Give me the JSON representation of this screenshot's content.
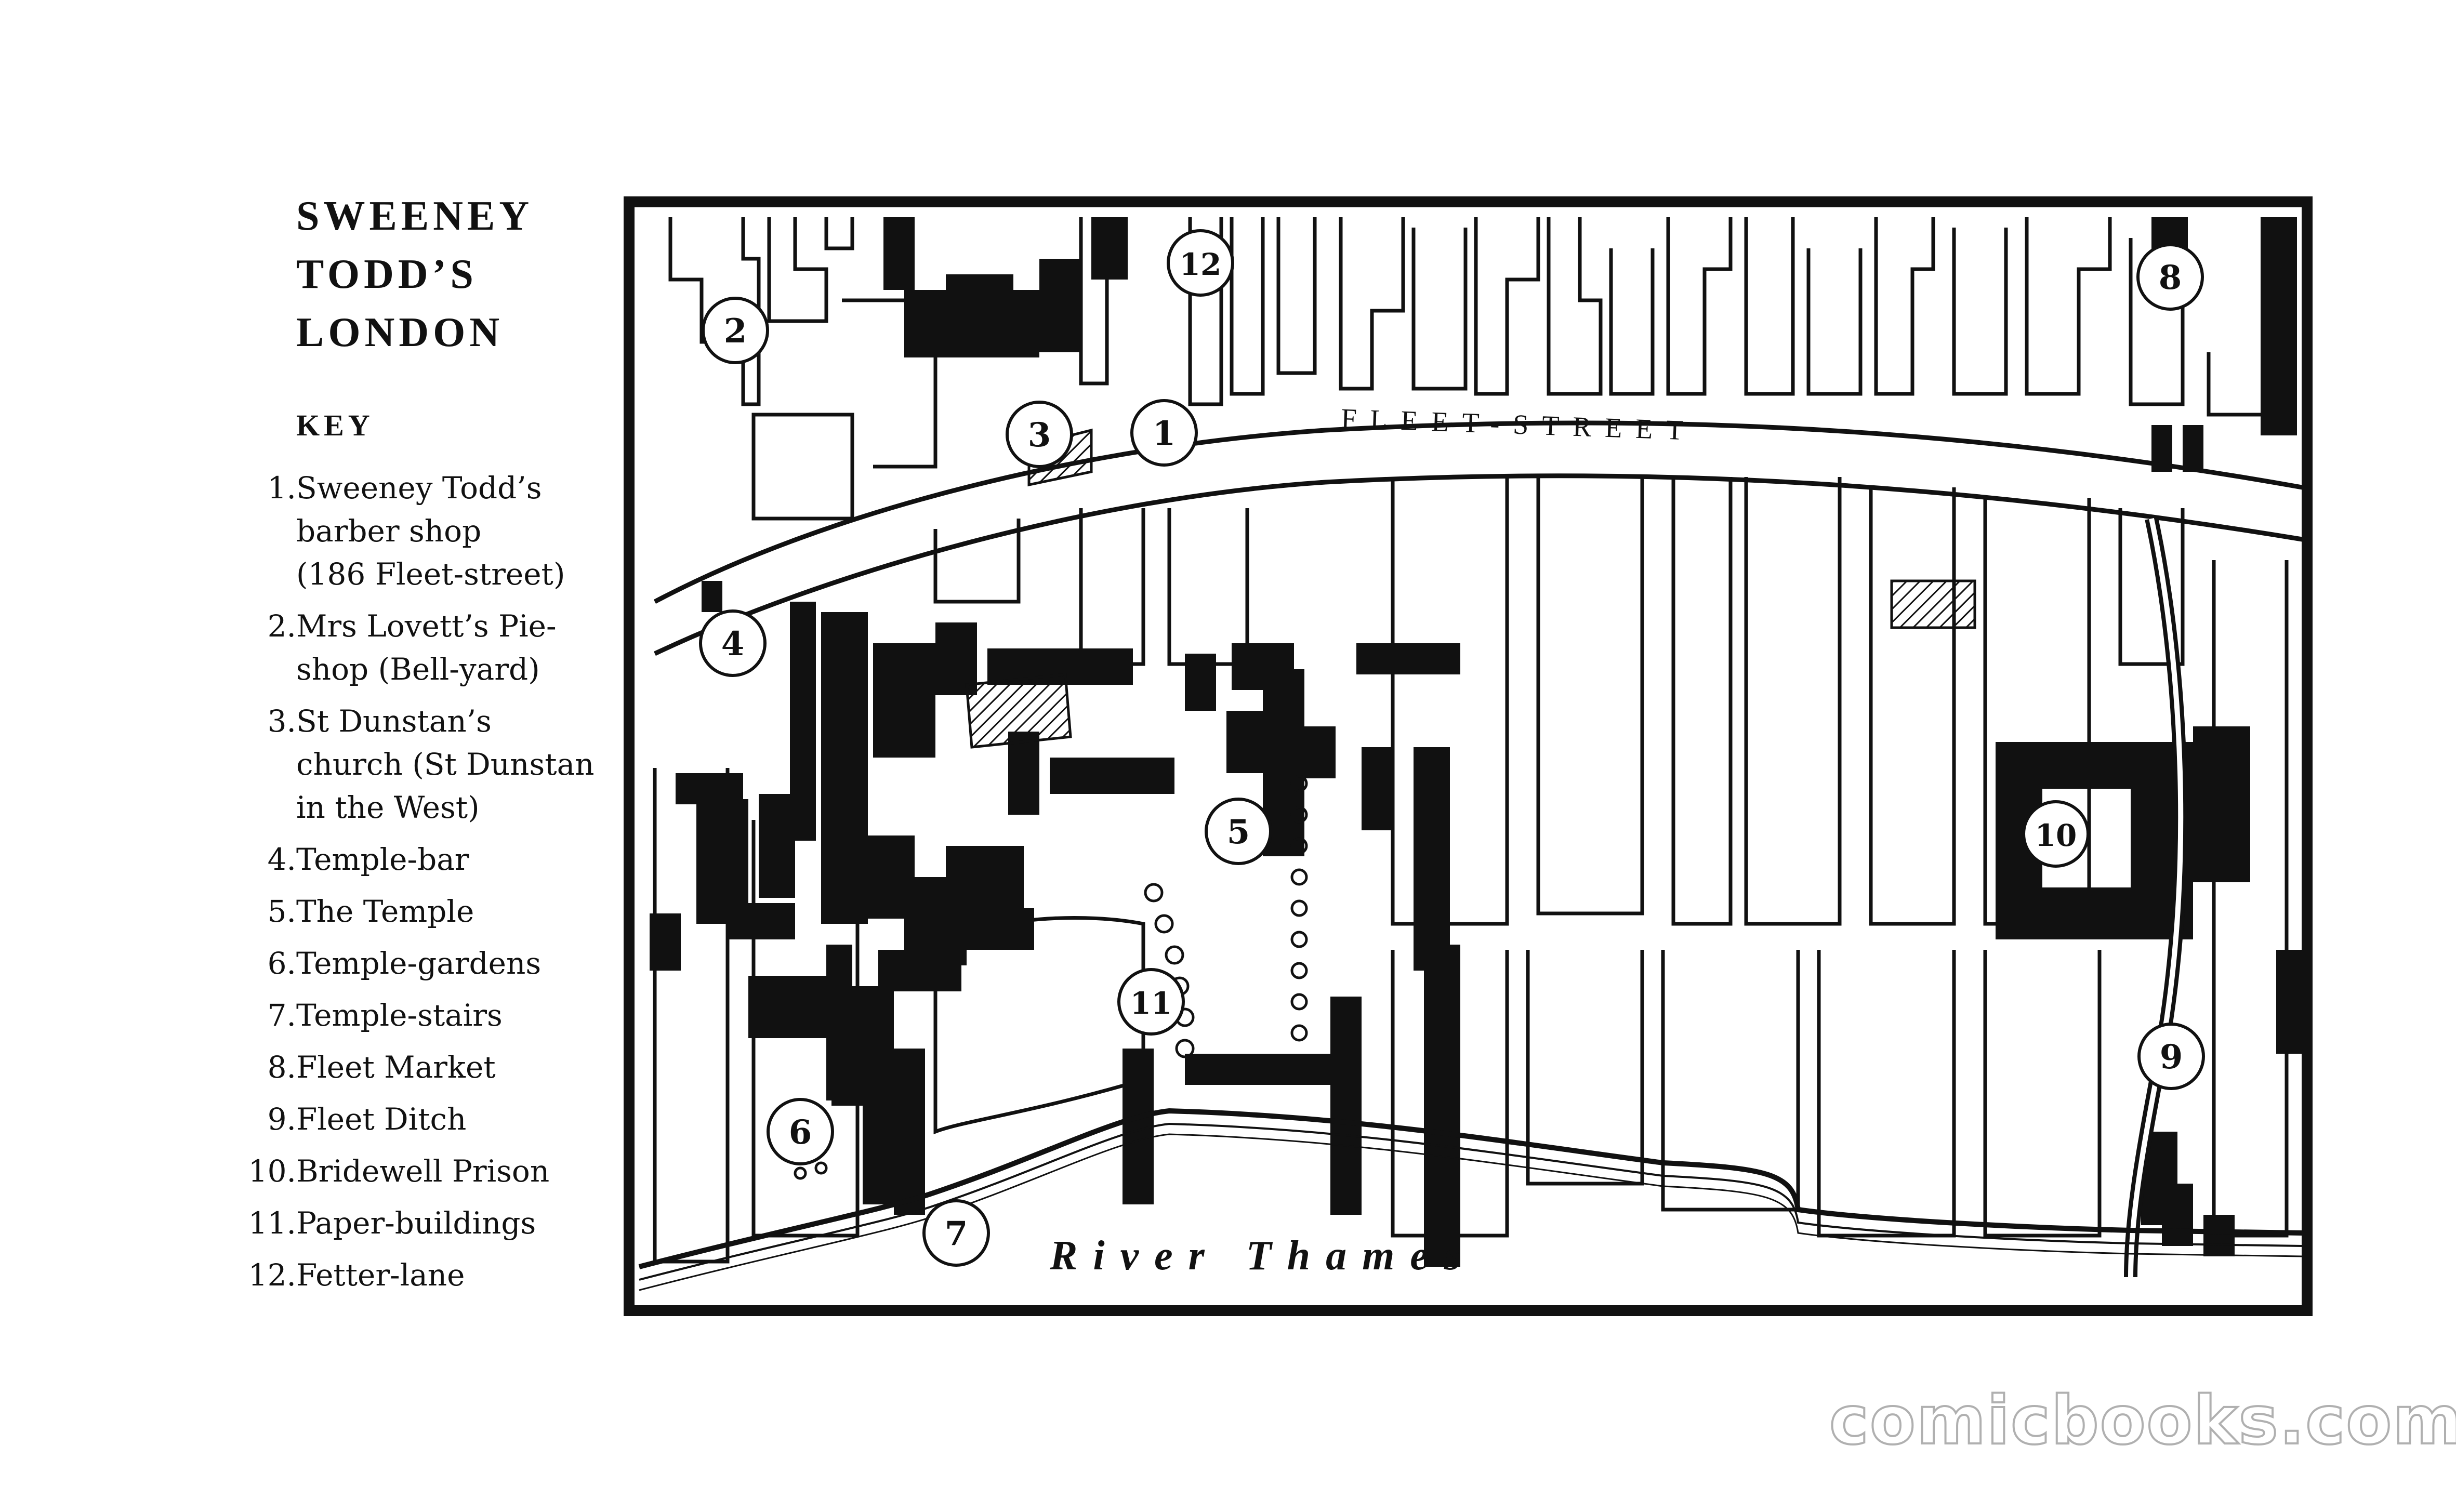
{
  "title": [
    "SWEENEY",
    "TODD’S",
    "LONDON"
  ],
  "key_heading": "KEY",
  "key_items": [
    {
      "num": "1.",
      "lines": [
        "Sweeney Todd’s",
        "barber shop",
        "(186 Fleet-street)"
      ]
    },
    {
      "num": "2.",
      "lines": [
        "Mrs Lovett’s Pie-",
        "shop (Bell-yard)"
      ]
    },
    {
      "num": "3.",
      "lines": [
        "St Dunstan’s",
        "church (St Dunstan",
        "in the West)"
      ]
    },
    {
      "num": "4.",
      "lines": [
        "Temple-bar"
      ]
    },
    {
      "num": "5.",
      "lines": [
        "The Temple"
      ]
    },
    {
      "num": "6.",
      "lines": [
        "Temple-gardens"
      ]
    },
    {
      "num": "7.",
      "lines": [
        "Temple-stairs"
      ]
    },
    {
      "num": "8.",
      "lines": [
        "Fleet Market"
      ]
    },
    {
      "num": "9.",
      "lines": [
        "Fleet Ditch"
      ]
    },
    {
      "num": "10.",
      "lines": [
        "Bridewell Prison"
      ]
    },
    {
      "num": "11.",
      "lines": [
        "Paper-buildings"
      ]
    },
    {
      "num": "12.",
      "lines": [
        "Fetter-lane"
      ]
    }
  ],
  "map": {
    "street_label": "FLEET-STREET",
    "river_label": "River Thames",
    "markers": [
      "1",
      "2",
      "3",
      "4",
      "5",
      "6",
      "7",
      "8",
      "9",
      "10",
      "11",
      "12"
    ]
  },
  "watermark": "comicbooks.com"
}
